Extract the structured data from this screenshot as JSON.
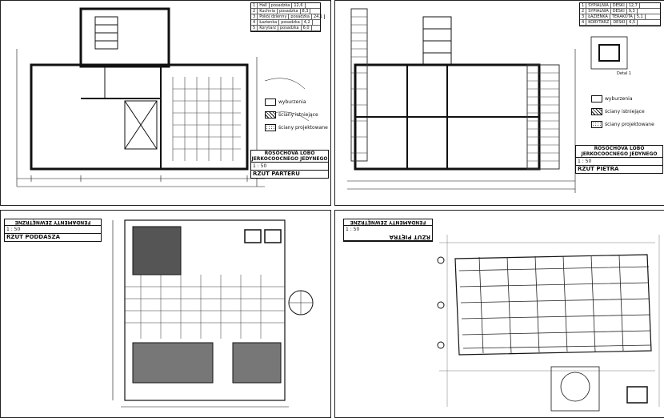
{
  "sheets": [
    {
      "id": "parter",
      "title_block": {
        "org": "ROSOCHOVA LOBO JERKOCOOCNEGO JEDYNEGO",
        "drawing": "RZUT PARTERU",
        "scale": "1 : 50"
      },
      "legend": {
        "items": [
          "wyburzenia",
          "ściany istniejące",
          "ściany projektowane"
        ]
      }
    },
    {
      "id": "pietro",
      "title_block": {
        "org": "ROSOCHOVA LOBO JERKOCOOCNEGO JEDYNEGO",
        "drawing": "RZUT PIETRA",
        "scale": "1 : 50"
      },
      "legend": {
        "items": [
          "wyburzenia",
          "ściany istniejące",
          "ściany projektowane"
        ]
      },
      "detail_label": "Detal 1"
    },
    {
      "id": "poddasze",
      "title_block": {
        "org": "FENDAMENTY ZEWNĘTRZNE",
        "drawing": "RZUT PODDASZA",
        "scale": "1 : 50"
      }
    },
    {
      "id": "dach",
      "title_block": {
        "org": "FENDAMENTY ZEWNĘTRZNE",
        "drawing": "RZUT PIĘTRA",
        "scale": "1 : 50"
      }
    }
  ],
  "room_table_parter": [
    [
      "1",
      "Hall",
      "posadzka",
      "12,6"
    ],
    [
      "2",
      "Kuchnia",
      "posadzka",
      "8,3"
    ],
    [
      "3",
      "Pokój dzienny",
      "posadzka",
      "24,1"
    ],
    [
      "4",
      "Łazienka",
      "posadzka",
      "4,2"
    ],
    [
      "5",
      "Korytarz",
      "posadzka",
      "6,0"
    ]
  ],
  "room_table_pietro": [
    [
      "1",
      "SYPIALNIA",
      "DESKI",
      "12,7"
    ],
    [
      "2",
      "SYPIALNIA",
      "DESKI",
      "9,3"
    ],
    [
      "3",
      "ŁAZIENKA",
      "TERAKOTA",
      "5,1"
    ],
    [
      "4",
      "KORYTARZ",
      "DESKI",
      "6,5"
    ]
  ],
  "colors": {
    "ink": "#111111",
    "paper": "#ffffff",
    "grey": "#8a8a8a"
  }
}
